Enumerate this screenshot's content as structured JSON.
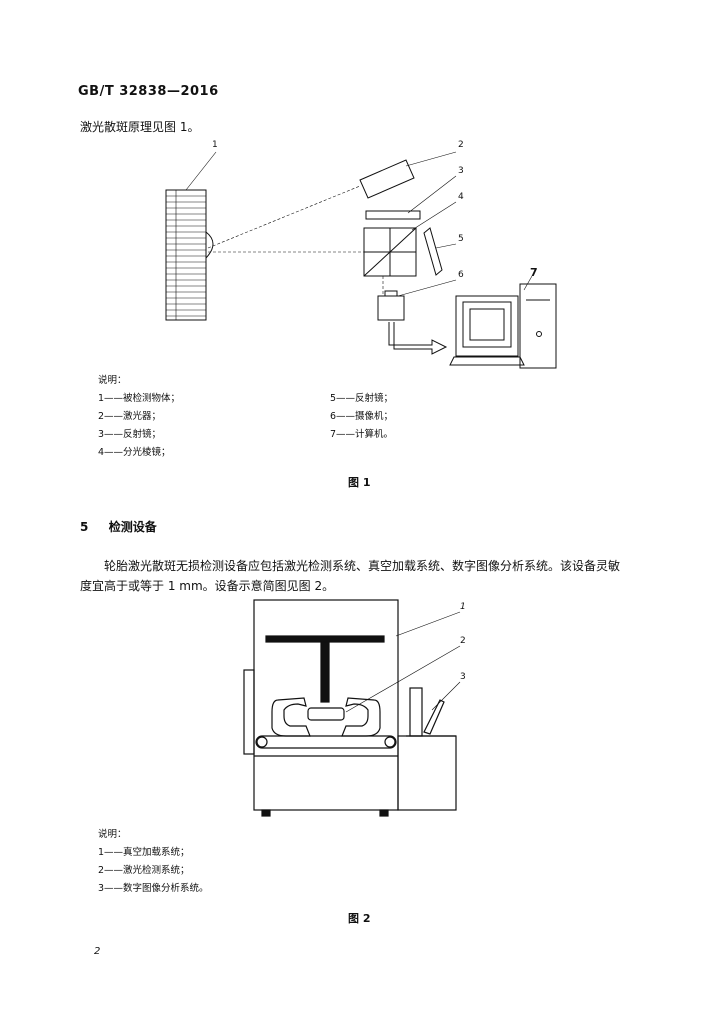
{
  "header": {
    "standard_code": "GB/T 32838—2016"
  },
  "intro": "激光散斑原理见图 1。",
  "figure1": {
    "callouts": [
      "1",
      "2",
      "3",
      "4",
      "5",
      "6",
      "7"
    ],
    "legend_left": [
      "1——被检测物体；",
      "2——激光器；",
      "3——反射镜；",
      "4——分光棱镜；"
    ],
    "legend_right": [
      "5——反射镜；",
      "6——摄像机；",
      "7——计算机。"
    ],
    "legend_title": "说明：",
    "caption": "图 1"
  },
  "section": {
    "number": "5",
    "title": "检测设备"
  },
  "paragraph": {
    "line1": "轮胎激光散斑无损检测设备应包括激光检测系统、真空加载系统、数字图像分析系统。该设备灵敏",
    "line2": "度宜高于或等于 1 mm。设备示意简图见图 2。"
  },
  "figure2": {
    "callouts": [
      "1",
      "2",
      "3"
    ],
    "legend_title": "说明：",
    "legend": [
      "1——真空加载系统；",
      "2——激光检测系统；",
      "3——数字图像分析系统。"
    ],
    "caption": "图 2"
  },
  "footer": {
    "page_number": "2"
  }
}
